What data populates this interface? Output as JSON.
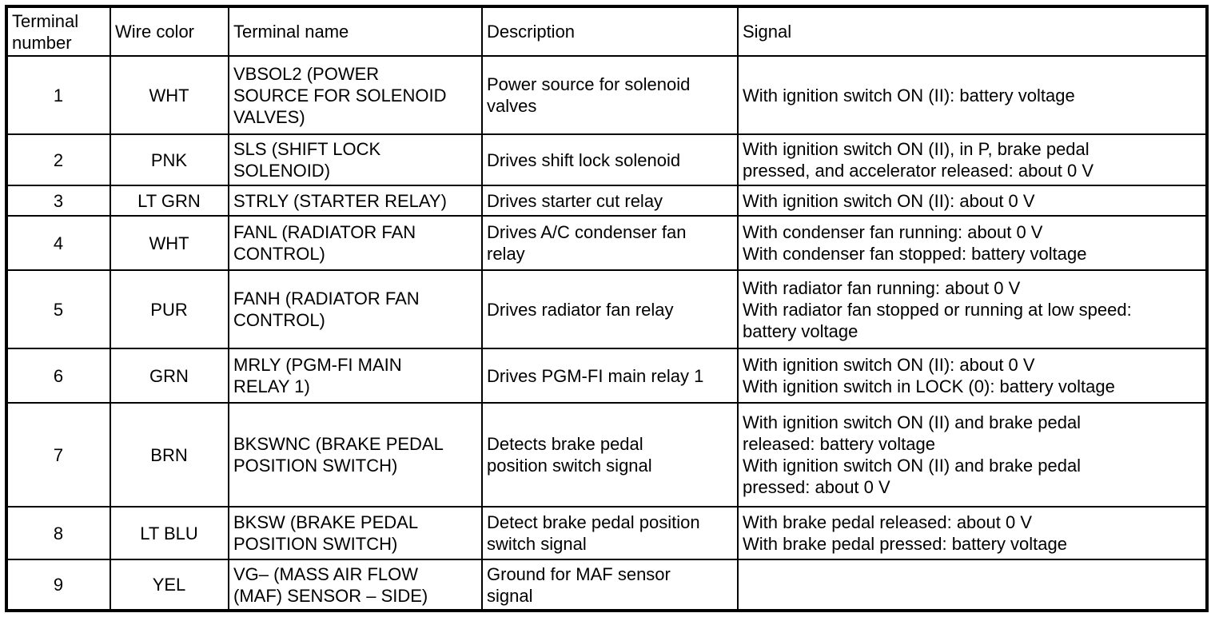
{
  "colors": {
    "background": "#ffffff",
    "border": "#000000",
    "text": "#000000"
  },
  "table": {
    "headers": {
      "terminal_number": "Terminal\nnumber",
      "wire_color": "Wire color",
      "terminal_name": "Terminal name",
      "description": "Description",
      "signal": "Signal"
    },
    "rows": [
      {
        "terminal": "1",
        "wire_color": "WHT",
        "terminal_name": "VBSOL2 (POWER\nSOURCE FOR SOLENOID\nVALVES)",
        "description": "Power source for solenoid\nvalves",
        "signal": "With ignition switch ON (II): battery voltage"
      },
      {
        "terminal": "2",
        "wire_color": "PNK",
        "terminal_name": "SLS (SHIFT LOCK\nSOLENOID)",
        "description": "Drives shift lock solenoid",
        "signal": "With ignition switch ON (II), in P, brake pedal\npressed, and accelerator released: about 0 V"
      },
      {
        "terminal": "3",
        "wire_color": "LT GRN",
        "terminal_name": "STRLY (STARTER RELAY)",
        "description": "Drives starter cut relay",
        "signal": "With ignition switch ON (II): about 0 V"
      },
      {
        "terminal": "4",
        "wire_color": "WHT",
        "terminal_name": "FANL (RADIATOR FAN\nCONTROL)",
        "description": "Drives A/C condenser fan\nrelay",
        "signal": "With condenser fan running: about 0 V\nWith condenser fan stopped: battery voltage"
      },
      {
        "terminal": "5",
        "wire_color": "PUR",
        "terminal_name": "FANH (RADIATOR FAN\nCONTROL)",
        "description": "Drives radiator fan relay",
        "signal": "With radiator fan running: about 0 V\nWith radiator fan stopped or running at low speed:\nbattery voltage"
      },
      {
        "terminal": "6",
        "wire_color": "GRN",
        "terminal_name": "MRLY (PGM-FI MAIN\nRELAY 1)",
        "description": "Drives PGM-FI main relay 1",
        "signal": "With ignition switch ON (II): about 0 V\nWith ignition switch in LOCK (0): battery voltage"
      },
      {
        "terminal": "7",
        "wire_color": "BRN",
        "terminal_name": "BKSWNC (BRAKE PEDAL\nPOSITION SWITCH)",
        "description": "Detects brake pedal\nposition switch signal",
        "signal": "With ignition switch ON (II) and brake pedal\nreleased: battery voltage\nWith ignition switch ON (II) and brake pedal\npressed: about 0 V"
      },
      {
        "terminal": "8",
        "wire_color": "LT BLU",
        "terminal_name": "BKSW (BRAKE PEDAL\nPOSITION SWITCH)",
        "description": "Detect brake pedal position\nswitch signal",
        "signal": "With brake pedal released: about 0 V\nWith brake pedal pressed: battery voltage"
      },
      {
        "terminal": "9",
        "wire_color": "YEL",
        "terminal_name": "VG– (MASS AIR FLOW\n(MAF) SENSOR – SIDE)",
        "description": "Ground for MAF sensor\nsignal",
        "signal": ""
      }
    ]
  }
}
